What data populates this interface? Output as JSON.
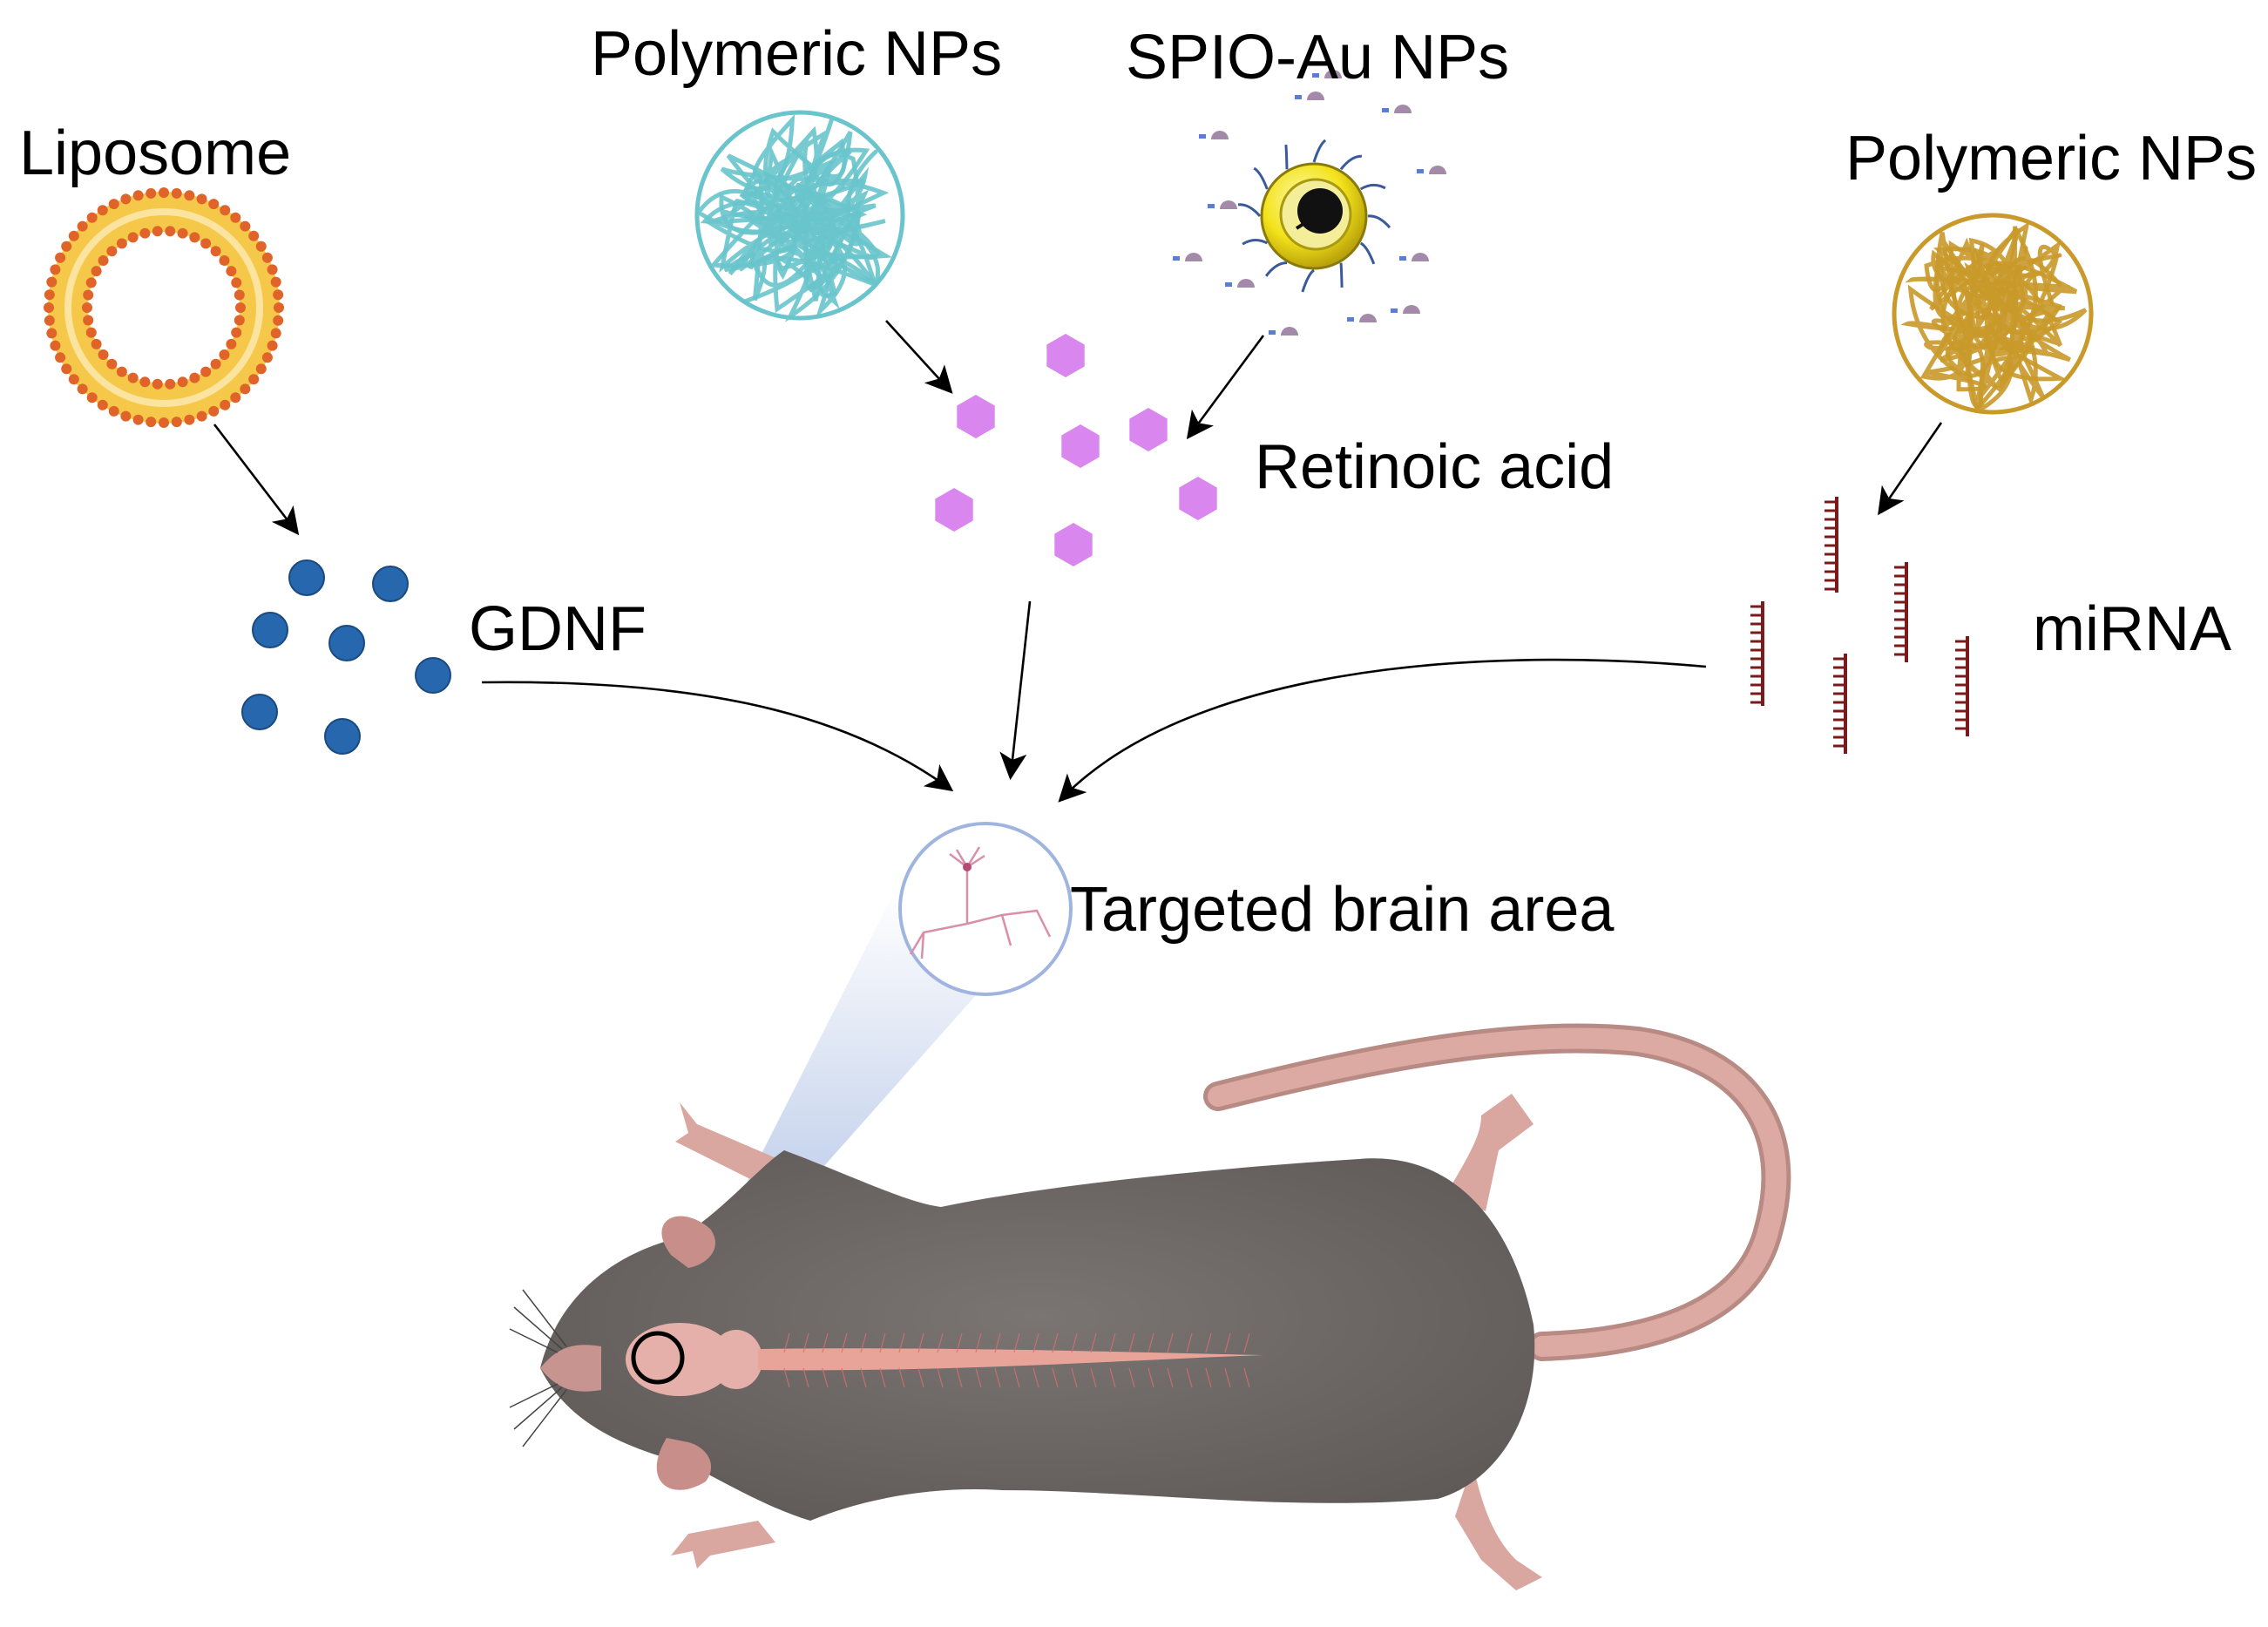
{
  "labels": {
    "liposome": "Liposome",
    "polymeric_left": "Polymeric NPs",
    "spio_au": "SPIO-Au NPs",
    "polymeric_right": "Polymeric NPs",
    "retinoic_acid": "Retinoic acid",
    "gdnf": "GDNF",
    "mirna": "miRNA",
    "target": "Targeted brain area"
  },
  "colors": {
    "liposome_ring": "#f1b62f",
    "liposome_heads": "#e0632a",
    "polymer_teal": "#69c4cc",
    "polymer_gold": "#c9992a",
    "spio_core": "#f3e21a",
    "retinoic_acid": "#d987ee",
    "gdnf": "#2667ad",
    "mirna": "#7a1a1a",
    "rat_body": "#6b6563",
    "rat_skin": "#d9a7a0",
    "spine": "#e9a49a",
    "beam": "#a9bde3"
  },
  "icons": {
    "liposome": "liposome-icon",
    "polymer_teal": "polymer-coil-icon",
    "polymer_gold": "polymer-coil-icon",
    "spio_au": "spio-au-nanoparticle-icon",
    "neuron": "neuron-icon",
    "rat": "rat-icon"
  }
}
